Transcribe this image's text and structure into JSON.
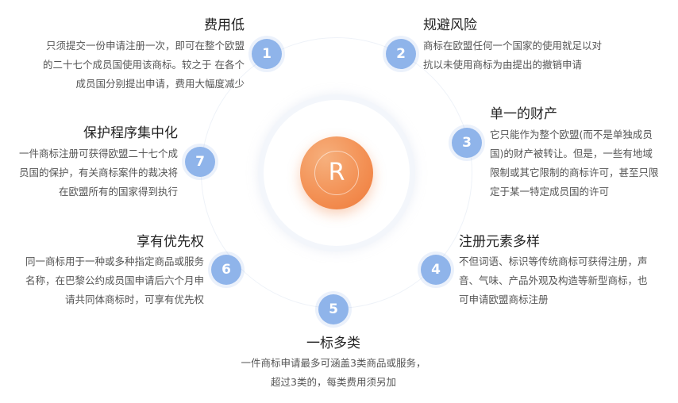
{
  "center": {
    "letter": "R"
  },
  "items": [
    {
      "number": "1",
      "title": "费用低",
      "lines": [
        "只须提交一份申请注册一次，即可在整个欧盟",
        "的二十七个成员国使用该商标。较之于 在各个",
        "成员国分别提出申请，费用大幅度减少"
      ]
    },
    {
      "number": "2",
      "title": "规避风险",
      "lines": [
        "商标在欧盟任何一个国家的使用就足以对",
        "抗以未使用商标为由提出的撤销申请"
      ]
    },
    {
      "number": "3",
      "title": "单一的财产",
      "lines": [
        "它只能作为整个欧盟(而不是单独成员",
        "国)的财产被转让。但是，一些有地域",
        "限制或其它限制的商标许可，甚至只限",
        "定于某一特定成员国的许可"
      ]
    },
    {
      "number": "4",
      "title": "注册元素多样",
      "lines": [
        "不但词语、标识等传统商标可获得注册，声",
        "音、气味、产品外观及构造等新型商标，也",
        "可申请欧盟商标注册"
      ]
    },
    {
      "number": "5",
      "title": "一标多类",
      "lines": [
        "一件商标申请最多可涵盖3类商品或服务，",
        "超过3类的，每类费用须另加"
      ]
    },
    {
      "number": "6",
      "title": "享有优先权",
      "lines": [
        "同一商标用于一种或多种指定商品或服务",
        "名称，在巴黎公约成员国申请后六个月申",
        "请共同体商标时，可享有优先权"
      ]
    },
    {
      "number": "7",
      "title": "保护程序集中化",
      "lines": [
        "一件商标注册可获得欧盟二十七个成",
        "员国的保护，有关商标案件的裁决将",
        "在欧盟所有的国家得到执行"
      ]
    }
  ]
}
